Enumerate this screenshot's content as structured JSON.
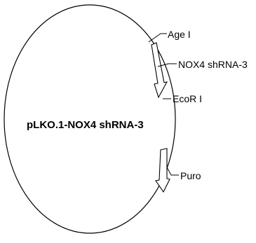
{
  "plasmid": {
    "name": "pLKO.1-NOX4 shRNA-3",
    "features": [
      {
        "label": "Age I",
        "kind": "restriction-site"
      },
      {
        "label": "NOX4 shRNA-3",
        "kind": "insert"
      },
      {
        "label": "EcoR I",
        "kind": "restriction-site"
      },
      {
        "label": "Puro",
        "kind": "marker"
      }
    ]
  },
  "colors": {
    "line": "#000000",
    "background": "#ffffff"
  }
}
